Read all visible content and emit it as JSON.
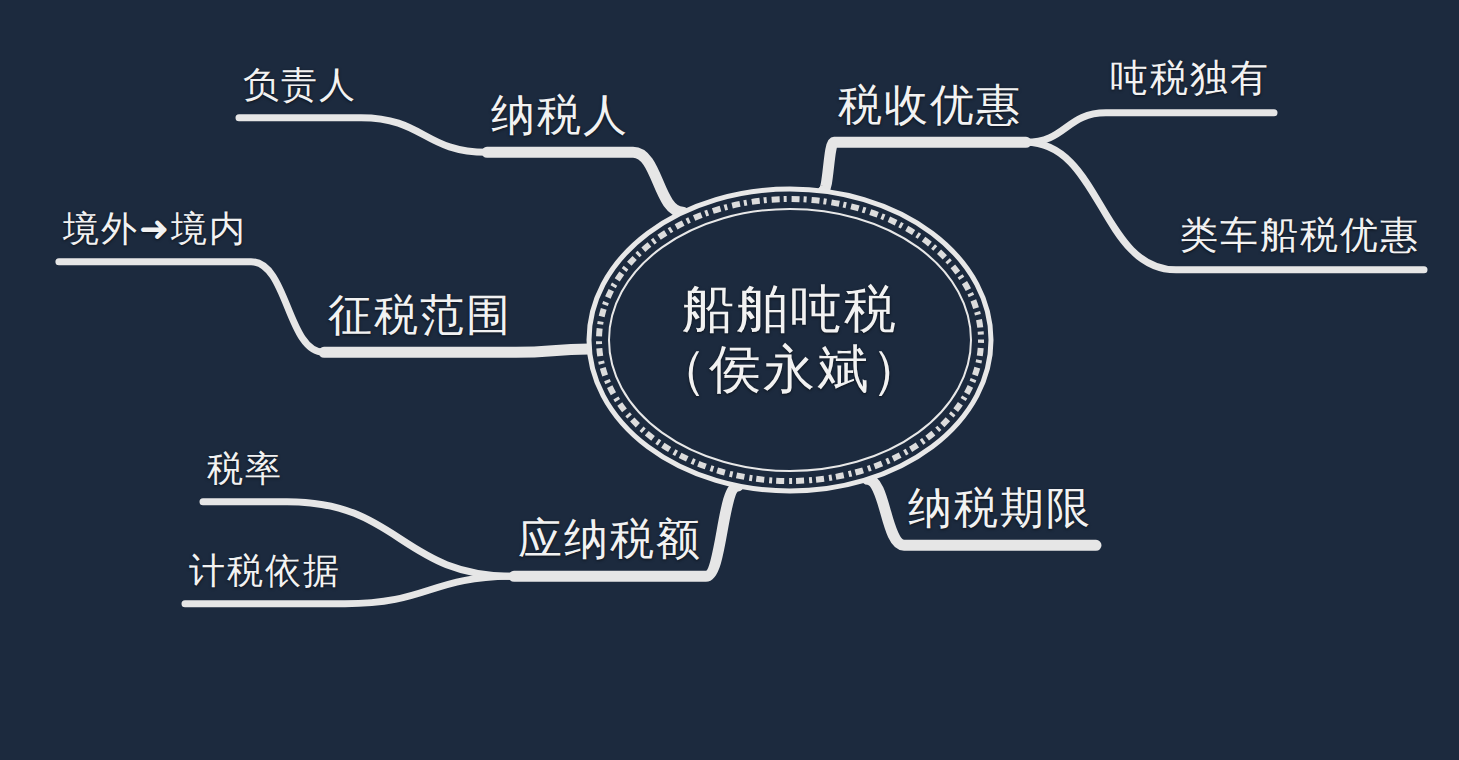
{
  "diagram": {
    "nodes": [
      {
        "text": [
          "船舶吨税",
          "（侯永斌）"
        ]
      },
      {
        "text": [
          "纳税人"
        ]
      },
      {
        "text": [
          "负责人"
        ]
      },
      {
        "text": [
          "征税范围"
        ]
      },
      {
        "text": [
          "境外➜境内"
        ]
      },
      {
        "text": [
          "税收优惠"
        ]
      },
      {
        "text": [
          "吨税独有"
        ]
      },
      {
        "text": [
          "类车船税优惠"
        ]
      },
      {
        "text": [
          "应纳税额"
        ]
      },
      {
        "text": [
          "税率"
        ]
      },
      {
        "text": [
          "计税依据"
        ]
      },
      {
        "text": [
          "纳税期限"
        ]
      }
    ],
    "edges": [
      {
        "from": 0,
        "to": 1,
        "arrow": "none"
      },
      {
        "from": 1,
        "to": 2,
        "arrow": "none"
      },
      {
        "from": 0,
        "to": 3,
        "arrow": "none"
      },
      {
        "from": 3,
        "to": 4,
        "arrow": "none"
      },
      {
        "from": 0,
        "to": 5,
        "arrow": "none"
      },
      {
        "from": 5,
        "to": 6,
        "arrow": "none"
      },
      {
        "from": 5,
        "to": 7,
        "arrow": "none"
      },
      {
        "from": 0,
        "to": 8,
        "arrow": "none"
      },
      {
        "from": 8,
        "to": 9,
        "arrow": "none"
      },
      {
        "from": 8,
        "to": 10,
        "arrow": "none"
      },
      {
        "from": 0,
        "to": 11,
        "arrow": "none"
      }
    ]
  }
}
